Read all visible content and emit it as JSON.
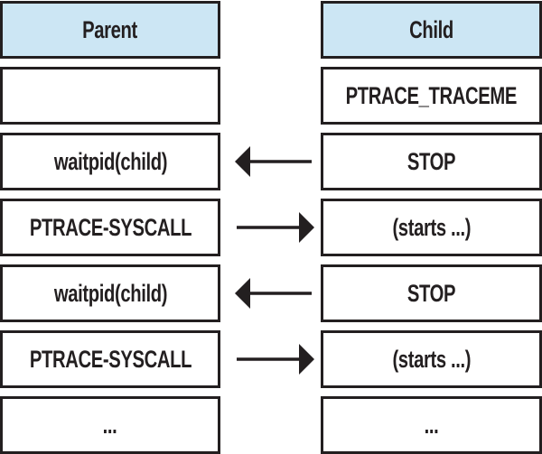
{
  "diagram": {
    "columns": [
      {
        "header": "Parent"
      },
      {
        "header": "Child"
      }
    ],
    "rows": [
      {
        "parent": "",
        "child": "PTRACE_TRACEME",
        "arrow": "none"
      },
      {
        "parent": "waitpid(child)",
        "child": "STOP",
        "arrow": "left"
      },
      {
        "parent": "PTRACE-SYSCALL",
        "child": "(starts ...)",
        "arrow": "right"
      },
      {
        "parent": "waitpid(child)",
        "child": "STOP",
        "arrow": "left"
      },
      {
        "parent": "PTRACE-SYSCALL",
        "child": "(starts ...)",
        "arrow": "right"
      },
      {
        "parent": "...",
        "child": "...",
        "arrow": "none"
      }
    ],
    "colors": {
      "header_fill": "#cce6f4",
      "border": "#231f20",
      "text": "#231f20",
      "background": "#ffffff"
    }
  }
}
